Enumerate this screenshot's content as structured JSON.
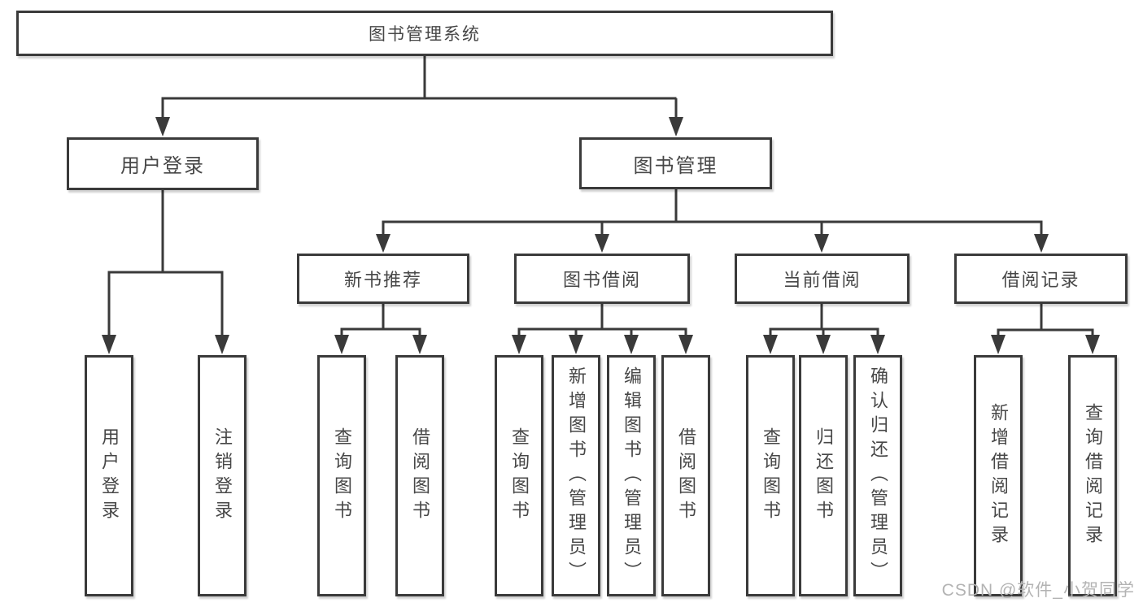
{
  "diagram": {
    "tree": {
      "root": {
        "label": "图书管理系统",
        "children": [
          {
            "label": "用户登录",
            "children": [
              {
                "label": "用户登录"
              },
              {
                "label": "注销登录"
              }
            ]
          },
          {
            "label": "图书管理",
            "children": [
              {
                "label": "新书推荐",
                "children": [
                  {
                    "label": "查询图书"
                  },
                  {
                    "label": "借阅图书"
                  }
                ]
              },
              {
                "label": "图书借阅",
                "children": [
                  {
                    "label": "查询图书"
                  },
                  {
                    "label": "新增图书（管理员）"
                  },
                  {
                    "label": "编辑图书（管理员）"
                  },
                  {
                    "label": "借阅图书"
                  }
                ]
              },
              {
                "label": "当前借阅",
                "children": [
                  {
                    "label": "查询图书"
                  },
                  {
                    "label": "归还图书"
                  },
                  {
                    "label": "确认归还（管理员）"
                  }
                ]
              },
              {
                "label": "借阅记录",
                "children": [
                  {
                    "label": "新增借阅记录"
                  },
                  {
                    "label": "查询借阅记录"
                  }
                ]
              }
            ]
          }
        ]
      }
    },
    "colors": {
      "line": "#3a3a3a",
      "text": "#474747",
      "box_background": "#ffffff",
      "watermark": "#b3b3b3"
    }
  },
  "watermark": {
    "text": "CSDN @软件_小贺同学"
  }
}
